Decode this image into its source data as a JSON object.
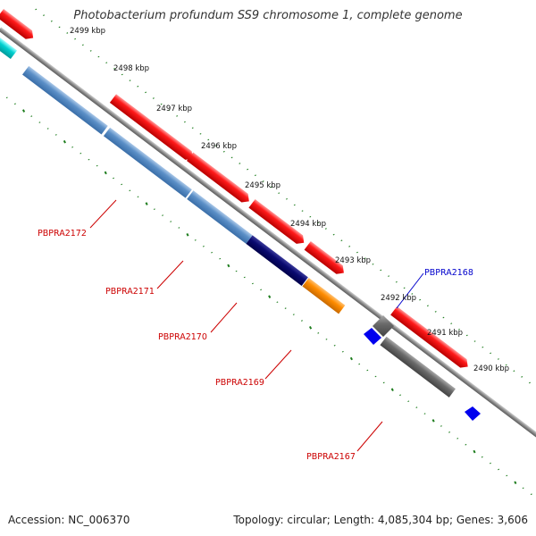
{
  "header": {
    "title": "Photobacterium profundum SS9 chromosome 1, complete genome"
  },
  "footer": {
    "accession": "Accession: NC_006370",
    "summary": "Topology: circular; Length: 4,085,304 bp; Genes: 3,606"
  },
  "scale": {
    "ticks": [
      "2499 kbp",
      "2498 kbp",
      "2497 kbp",
      "2496 kbp",
      "2495 kbp",
      "2494 kbp",
      "2493 kbp",
      "2492 kbp",
      "2491 kbp",
      "2490 kbp"
    ]
  },
  "gene_labels": {
    "g2172": "PBPRA2172",
    "g2171": "PBPRA2171",
    "g2170": "PBPRA2170",
    "g2169": "PBPRA2169",
    "g2168": "PBPRA2168",
    "g2167": "PBPRA2167"
  },
  "colors": {
    "backbone": "#8a8a8a",
    "forward_cds": "#ff0000",
    "reverse_cds": "#5b8fc7",
    "navy_cds": "#000066",
    "orange_cds": "#ff8c00",
    "gray_cds": "#666666",
    "blue_marker": "#0000ee",
    "cyan_cds": "#00cccc",
    "tick_dots": "#1e7d1e",
    "label_red": "#cc0000",
    "label_blue": "#0000cc"
  }
}
